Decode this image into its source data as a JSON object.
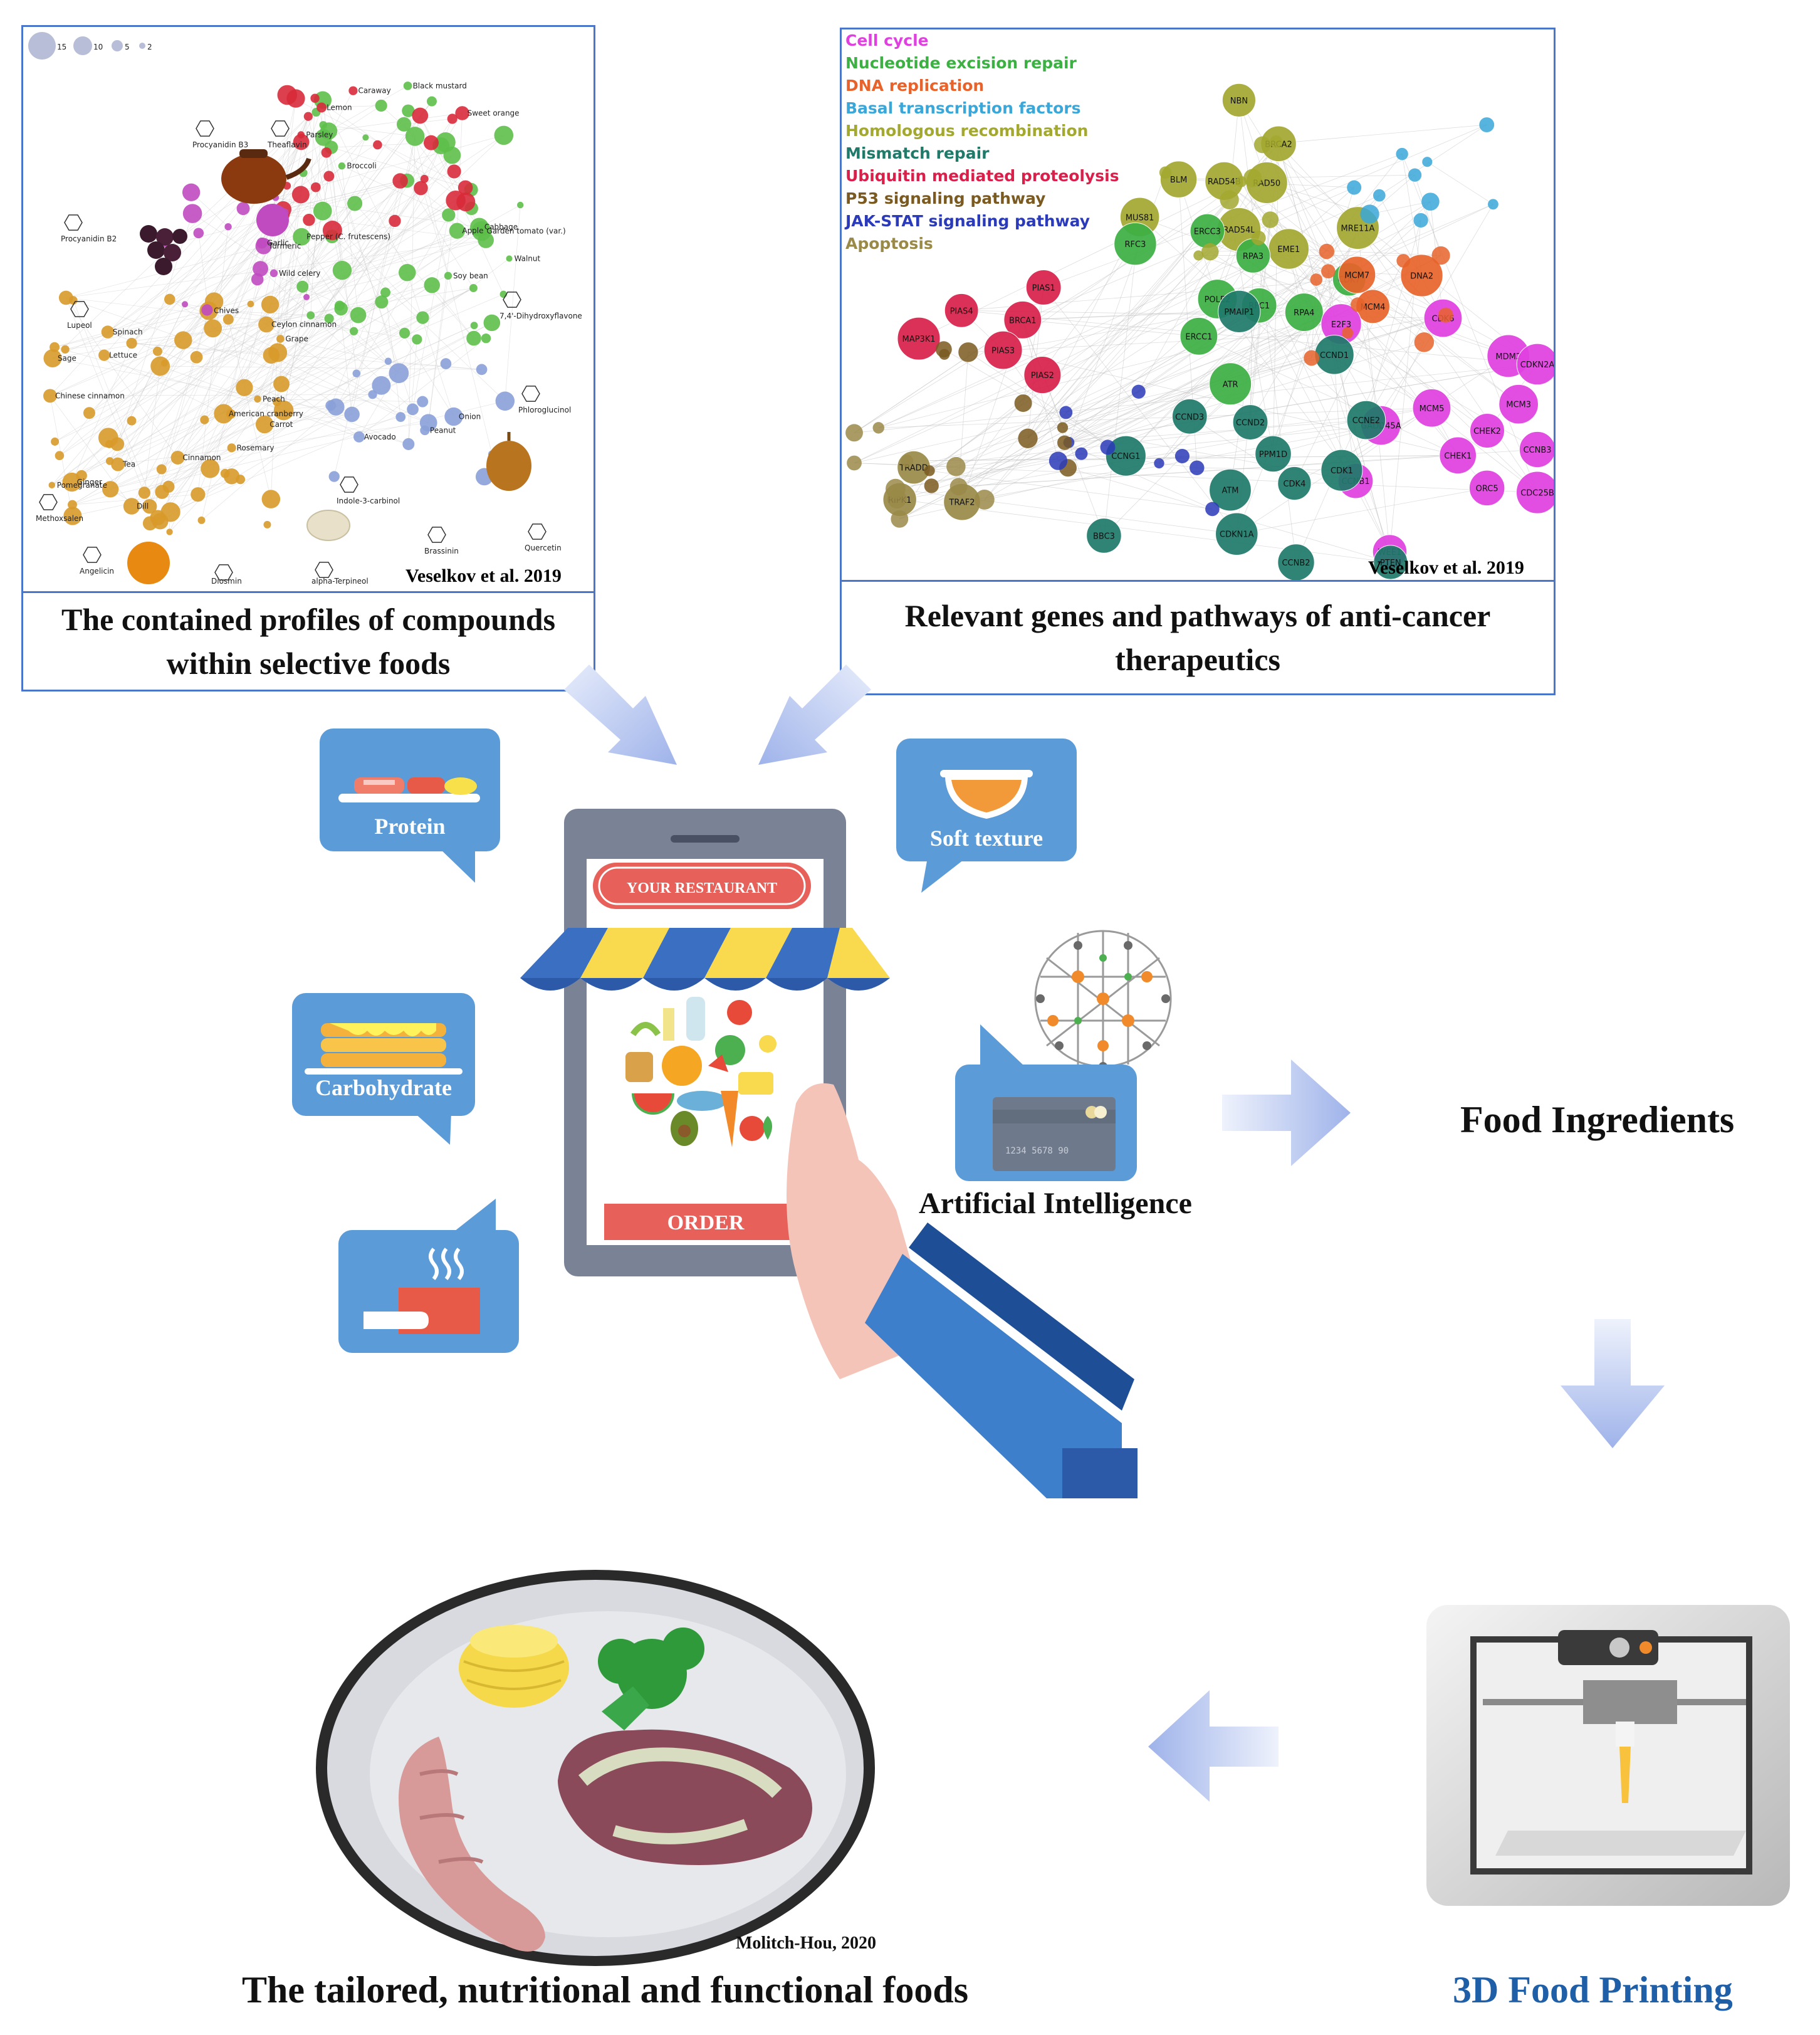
{
  "panels": {
    "compounds": {
      "caption": "The contained profiles of compounds within selective foods",
      "citation": "Veselkov et al. 2019",
      "size_legend": [
        "15",
        "10",
        "5",
        "2"
      ],
      "compound_labels": [
        "Procyanidin B3",
        "Theaflavin",
        "Procyanidin B2",
        "Lupeol",
        "7,4'-Dihydroxyflavone",
        "Phloroglucinol",
        "Methoxsalen",
        "Indole-3-carbinol",
        "Quercetin",
        "Angelicin",
        "Diosmin",
        "alpha-Terpineol",
        "Brassinin"
      ],
      "food_labels": [
        "Tea",
        "Grape",
        "Cinnamon",
        "Ceylon cinnamon",
        "Chinese cinnamon",
        "American cranberry",
        "Sage",
        "Rosemary",
        "Carrot",
        "Dill",
        "Pepper (C. frutescens)",
        "Garden tomato (var.)",
        "Soy bean",
        "Black mustard",
        "Broccoli",
        "Apple",
        "Walnut",
        "Cabbage",
        "Lemon",
        "Parsley",
        "Caraway",
        "Sweet orange",
        "Wild celery",
        "Turmeric",
        "Garlic",
        "Onion",
        "Peanut",
        "Avocado",
        "Ginger",
        "Pomegranate",
        "Lettuce",
        "Chives",
        "Spinach",
        "Peach"
      ]
    },
    "genes": {
      "caption": "Relevant genes and pathways  of anti-cancer therapeutics",
      "citation": "Veselkov et al. 2019",
      "pathways": [
        {
          "name": "Cell cycle",
          "color": "#e040e0"
        },
        {
          "name": "Nucleotide excision repair",
          "color": "#3cb043"
        },
        {
          "name": "DNA replication",
          "color": "#e8632b"
        },
        {
          "name": "Basal transcription factors",
          "color": "#3aa7d8"
        },
        {
          "name": "Homologous recombination",
          "color": "#a3a830"
        },
        {
          "name": "Mismatch repair",
          "color": "#1f7a6a"
        },
        {
          "name": "Ubiquitin mediated proteolysis",
          "color": "#d8204a"
        },
        {
          "name": "P53 signaling pathway",
          "color": "#7a5a20"
        },
        {
          "name": "JAK-STAT signaling pathway",
          "color": "#2a3ab8"
        },
        {
          "name": "Apoptosis",
          "color": "#9a8a48"
        }
      ],
      "gene_nodes": [
        {
          "label": "BRCA1",
          "group": 6
        },
        {
          "label": "PIAS3",
          "group": 6
        },
        {
          "label": "PIAS4",
          "group": 6
        },
        {
          "label": "PIAS1",
          "group": 6
        },
        {
          "label": "PIAS2",
          "group": 6
        },
        {
          "label": "MAP3K1",
          "group": 6
        },
        {
          "label": "RAD54B",
          "group": 4
        },
        {
          "label": "RAD50",
          "group": 4
        },
        {
          "label": "RAD54L",
          "group": 4
        },
        {
          "label": "BLM",
          "group": 4
        },
        {
          "label": "BRCA2",
          "group": 4
        },
        {
          "label": "EME1",
          "group": 4
        },
        {
          "label": "MUS81",
          "group": 4
        },
        {
          "label": "NBN",
          "group": 4
        },
        {
          "label": "MRE11A",
          "group": 4
        },
        {
          "label": "RFC1",
          "group": 1
        },
        {
          "label": "POLE2",
          "group": 1
        },
        {
          "label": "RPA3",
          "group": 1
        },
        {
          "label": "RPA4",
          "group": 1
        },
        {
          "label": "ERCC1",
          "group": 1
        },
        {
          "label": "ERCC3",
          "group": 1
        },
        {
          "label": "CDK7",
          "group": 1
        },
        {
          "label": "ATR",
          "group": 1
        },
        {
          "label": "RFC3",
          "group": 1
        },
        {
          "label": "MCM4",
          "group": 2
        },
        {
          "label": "MCM7",
          "group": 2
        },
        {
          "label": "DNA2",
          "group": 2
        },
        {
          "label": "CHEK2",
          "group": 0
        },
        {
          "label": "CHEK1",
          "group": 0
        },
        {
          "label": "MCM5",
          "group": 0
        },
        {
          "label": "MCM3",
          "group": 0
        },
        {
          "label": "ORC5",
          "group": 0
        },
        {
          "label": "GADD45A",
          "group": 0
        },
        {
          "label": "MDM2",
          "group": 0
        },
        {
          "label": "CDC25B",
          "group": 0
        },
        {
          "label": "CCNB1",
          "group": 0
        },
        {
          "label": "CDK6",
          "group": 0
        },
        {
          "label": "CCNB3",
          "group": 0
        },
        {
          "label": "WEE1",
          "group": 0
        },
        {
          "label": "E2F3",
          "group": 0
        },
        {
          "label": "CDKN2A",
          "group": 0
        },
        {
          "label": "PPM1D",
          "group": 5
        },
        {
          "label": "CDK4",
          "group": 5
        },
        {
          "label": "ATM",
          "group": 5
        },
        {
          "label": "CCND2",
          "group": 5
        },
        {
          "label": "CDK1",
          "group": 5
        },
        {
          "label": "CDKN1A",
          "group": 5
        },
        {
          "label": "CCND3",
          "group": 5
        },
        {
          "label": "CCNE2",
          "group": 5
        },
        {
          "label": "CCNB2",
          "group": 5
        },
        {
          "label": "CCNG1",
          "group": 5
        },
        {
          "label": "CCND1",
          "group": 5
        },
        {
          "label": "PTEN",
          "group": 5
        },
        {
          "label": "BBC3",
          "group": 5
        },
        {
          "label": "PMAIP1",
          "group": 5
        },
        {
          "label": "RIPK1",
          "group": 9
        },
        {
          "label": "TRADD",
          "group": 9
        },
        {
          "label": "TRAF2",
          "group": 9
        }
      ]
    }
  },
  "app": {
    "store_sign": "YOUR RESTAURANT",
    "order_button": "ORDER",
    "card_number": "1234 5678 90"
  },
  "bubbles": {
    "protein": "Protein",
    "soft_texture": "Soft texture",
    "carbohydrate": "Carbohydrate"
  },
  "flow": {
    "ai_label": "Artificial Intelligence",
    "ingredients_label": "Food Ingredients",
    "printing_label": "3D Food Printing",
    "foods_label": "The tailored, nutritional and functional foods",
    "photo_credit": "Molitch-Hou, 2020"
  },
  "colors": {
    "panel_border": "#4a76c9",
    "bubble_blue": "#5b9bd8",
    "arrow_blue": "#9fb3ea",
    "printing_label": "#1f5fa8"
  }
}
